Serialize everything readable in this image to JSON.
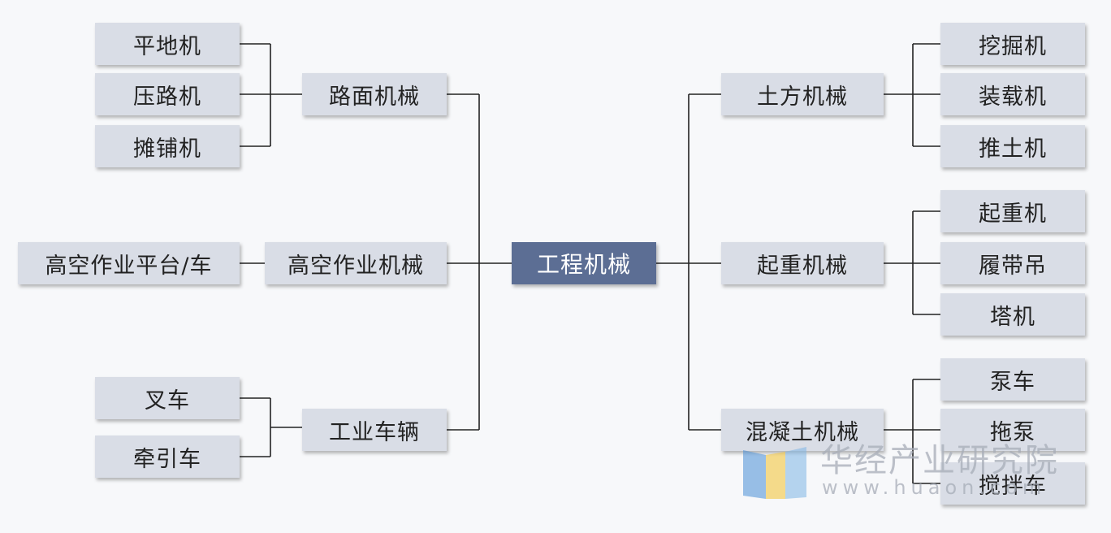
{
  "root": "工程机械",
  "left": [
    {
      "label": "路面机械",
      "children": [
        "平地机",
        "压路机",
        "摊铺机"
      ]
    },
    {
      "label": "高空作业机械",
      "children": [
        "高空作业平台/车"
      ]
    },
    {
      "label": "工业车辆",
      "children": [
        "叉车",
        "牵引车"
      ]
    }
  ],
  "right": [
    {
      "label": "土方机械",
      "children": [
        "挖掘机",
        "装载机",
        "推土机"
      ]
    },
    {
      "label": "起重机械",
      "children": [
        "起重机",
        "履带吊",
        "塔机"
      ]
    },
    {
      "label": "混凝土机械",
      "children": [
        "泵车",
        "拖泵",
        "搅拌车"
      ]
    }
  ],
  "watermark": {
    "name": "华经产业研究院",
    "url": "www.huaon.com"
  },
  "colors": {
    "root_fill": "#5c6e94",
    "node_fill": "#d9dde6",
    "line": "#222222"
  }
}
